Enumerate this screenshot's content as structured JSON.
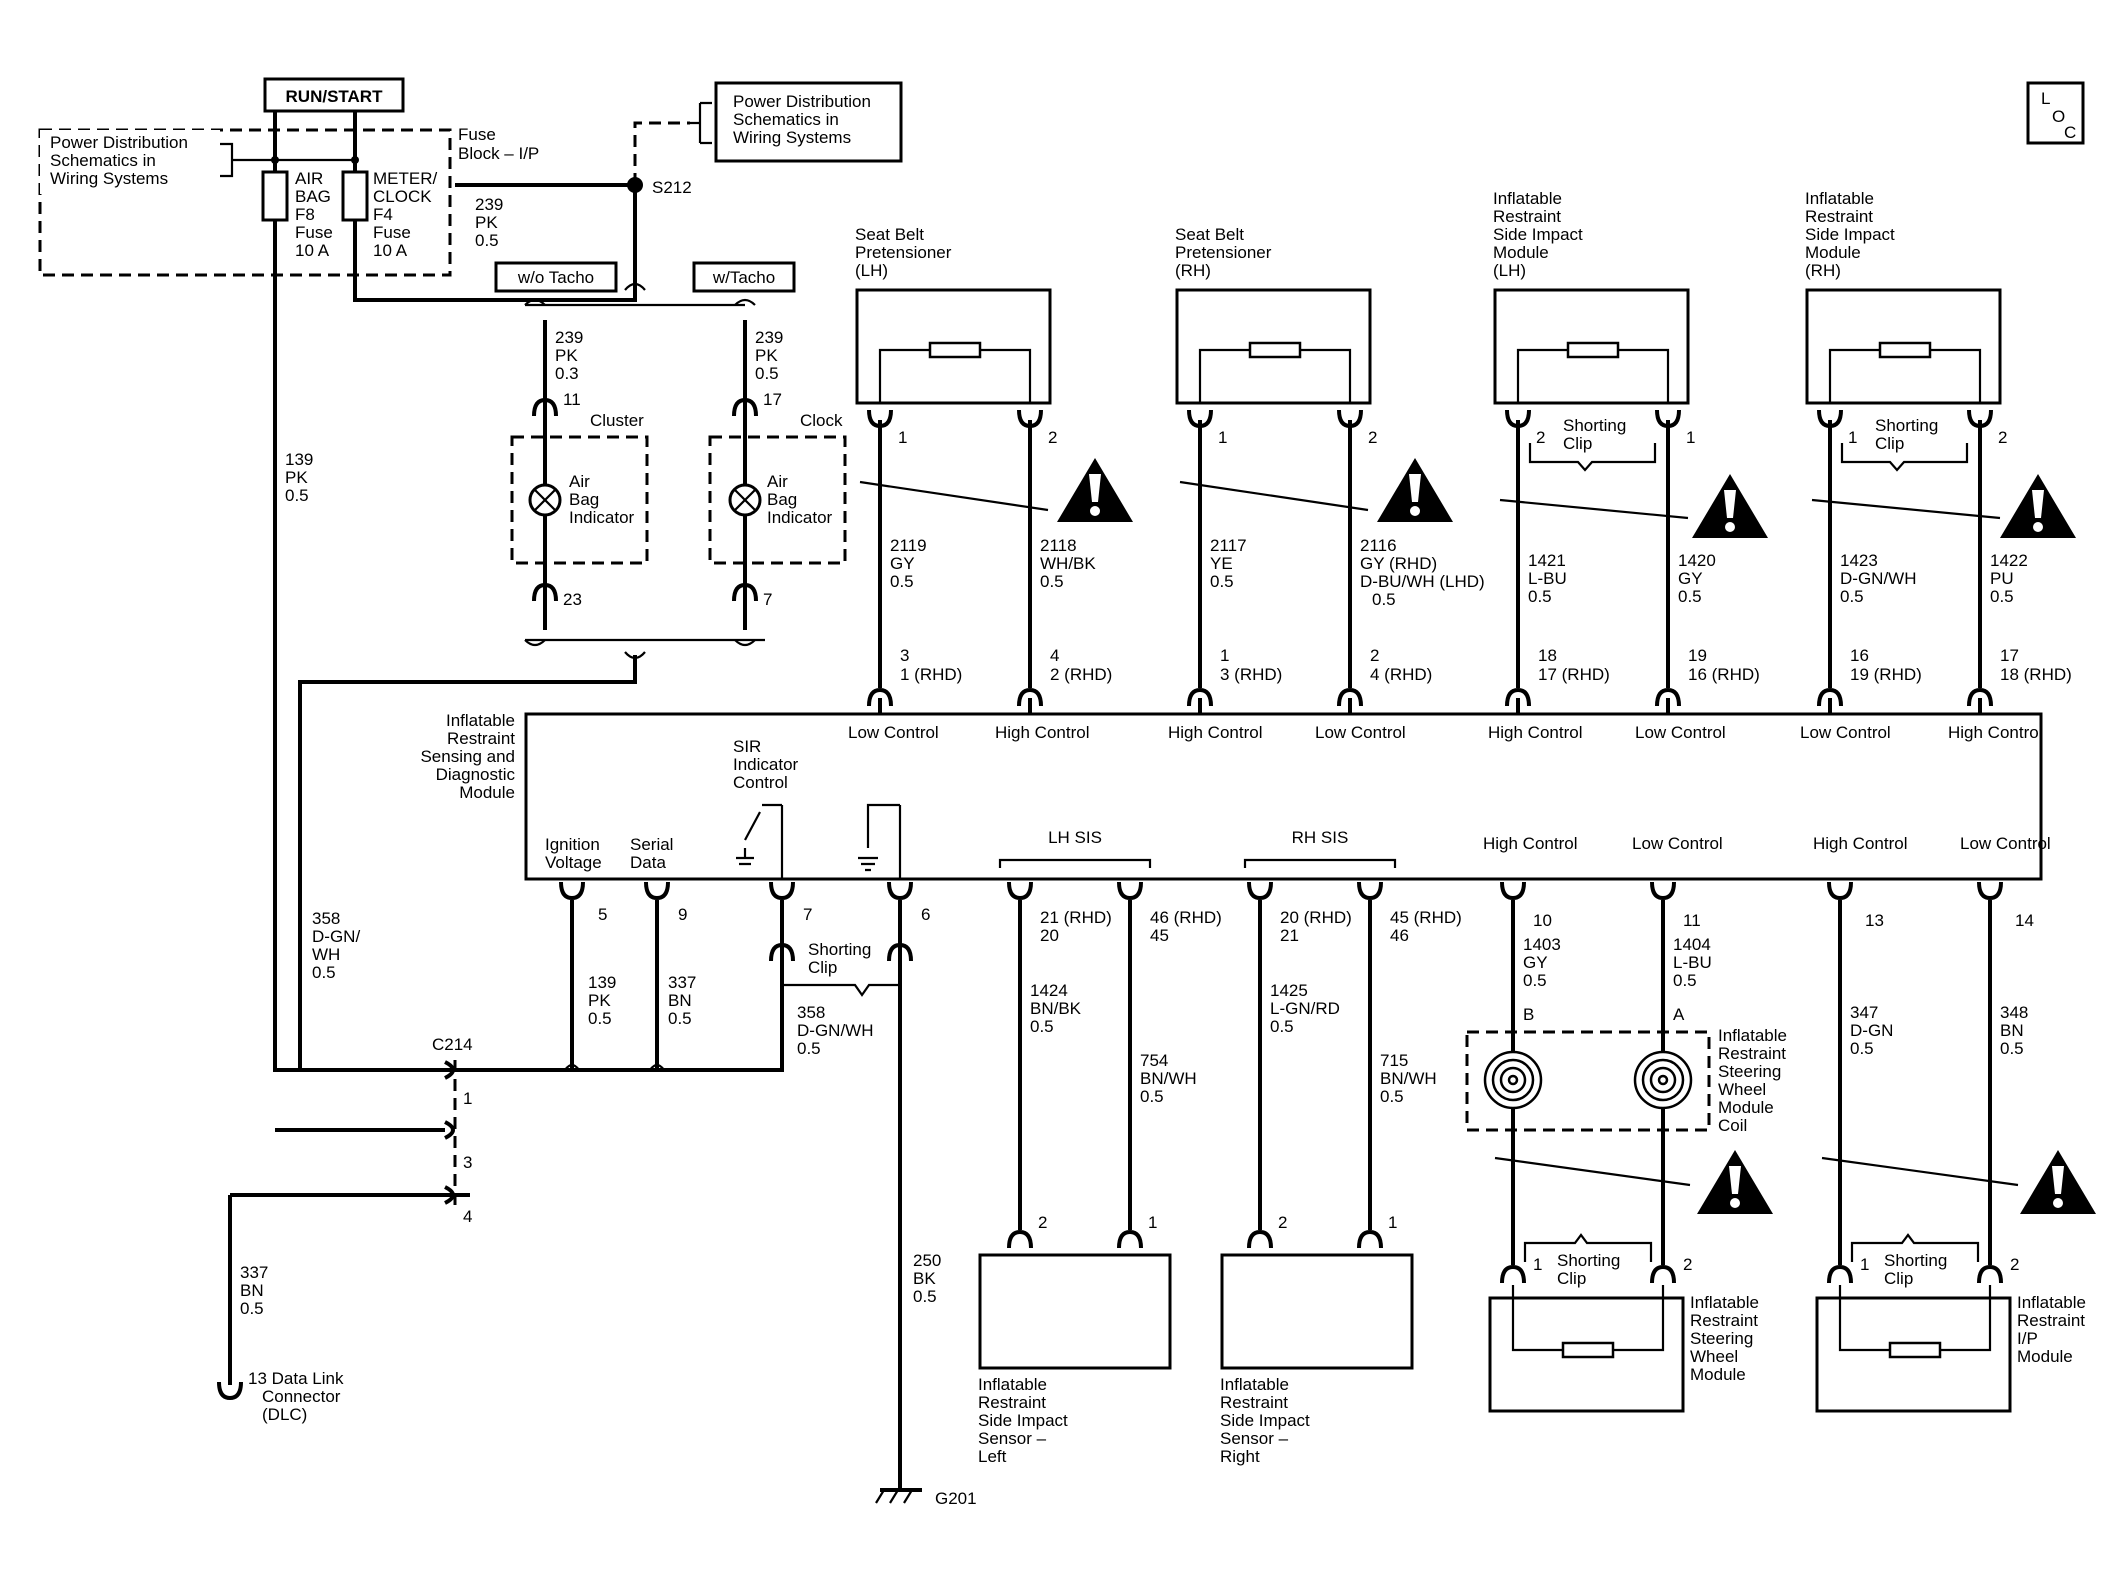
{
  "top": {
    "run_start": "RUN/START",
    "fuse_block": [
      "Fuse",
      "Block – I/P"
    ],
    "pds_left": [
      "Power Distribution",
      "Schematics in",
      "Wiring Systems"
    ],
    "pds_right": [
      "Power Distribution",
      "Schematics in",
      "Wiring Systems"
    ],
    "fuse_f8": [
      "AIR",
      "BAG",
      "F8",
      "Fuse",
      "10 A"
    ],
    "fuse_f4": [
      "METER/",
      "CLOCK",
      "F4",
      "Fuse",
      "10 A"
    ],
    "splice": "S212",
    "loc": [
      "L",
      "O",
      "C"
    ]
  },
  "wires": {
    "w239_main": [
      "239",
      "PK",
      "0.5"
    ],
    "w139_main": [
      "139",
      "PK",
      "0.5"
    ],
    "w239_cluster": [
      "239",
      "PK",
      "0.3"
    ],
    "w239_clock": [
      "239",
      "PK",
      "0.5"
    ],
    "w358_left": [
      "358",
      "D-GN/",
      "WH",
      "0.5"
    ],
    "w139_ign": [
      "139",
      "PK",
      "0.5"
    ],
    "w337_serial": [
      "337",
      "BN",
      "0.5"
    ],
    "w358_sir": [
      "358",
      "D-GN/WH",
      "0.5"
    ],
    "w337_dlc": [
      "337",
      "BN",
      "0.5"
    ],
    "w250": [
      "250",
      "BK",
      "0.5"
    ],
    "w1424": [
      "1424",
      "BN/BK",
      "0.5"
    ],
    "w754": [
      "754",
      "BN/WH",
      "0.5"
    ],
    "w1425": [
      "1425",
      "L-GN/RD",
      "0.5"
    ],
    "w715": [
      "715",
      "BN/WH",
      "0.5"
    ],
    "w1403": [
      "1403",
      "GY",
      "0.5"
    ],
    "w1404": [
      "1404",
      "L-BU",
      "0.5"
    ],
    "w347": [
      "347",
      "D-GN",
      "0.5"
    ],
    "w348": [
      "348",
      "BN",
      "0.5"
    ],
    "w2119": [
      "2119",
      "GY",
      "0.5"
    ],
    "w2118": [
      "2118",
      "WH/BK",
      "0.5"
    ],
    "w2117": [
      "2117",
      "YE",
      "0.5"
    ],
    "w2116": [
      "2116",
      "GY (RHD)",
      "D-BU/WH (LHD)",
      "0.5"
    ],
    "w1421": [
      "1421",
      "L-BU",
      "0.5"
    ],
    "w1420": [
      "1420",
      "GY",
      "0.5"
    ],
    "w1423": [
      "1423",
      "D-GN/WH",
      "0.5"
    ],
    "w1422": [
      "1422",
      "PU",
      "0.5"
    ]
  },
  "cluster": {
    "tacho_wo": "w/o Tacho",
    "tacho_w": "w/Tacho",
    "cluster_label": "Cluster",
    "clock_label": "Clock",
    "indicator": [
      "Air",
      "Bag",
      "Indicator"
    ],
    "pins": {
      "c11": "11",
      "c23": "23",
      "k17": "17",
      "k7": "7"
    }
  },
  "module": {
    "title": [
      "Inflatable",
      "Restraint",
      "Sensing and",
      "Diagnostic",
      "Module"
    ],
    "ignition": [
      "Ignition",
      "Voltage"
    ],
    "serial": [
      "Serial",
      "Data"
    ],
    "sir": [
      "SIR",
      "Indicator",
      "Control"
    ],
    "lh_sis": "LH SIS",
    "rh_sis": "RH SIS",
    "top_controls": [
      "Low Control",
      "High Control",
      "High Control",
      "Low Control",
      "High Control",
      "Low Control",
      "Low Control",
      "High Control"
    ],
    "bottom_controls": [
      "High Control",
      "Low Control",
      "High Control",
      "Low Control"
    ]
  },
  "pins": {
    "top": [
      [
        "3",
        "1 (RHD)"
      ],
      [
        "4",
        "2 (RHD)"
      ],
      [
        "1",
        "3 (RHD)"
      ],
      [
        "2",
        "4 (RHD)"
      ],
      [
        "18",
        "17 (RHD)"
      ],
      [
        "19",
        "16 (RHD)"
      ],
      [
        "16",
        "19 (RHD)"
      ],
      [
        "17",
        "18 (RHD)"
      ]
    ],
    "bottom": {
      "p5": "5",
      "p9": "9",
      "p7": "7",
      "p6": "6",
      "p21": [
        "21 (RHD)",
        "20"
      ],
      "p46": [
        "46 (RHD)",
        "45"
      ],
      "p20": [
        "20 (RHD)",
        "21"
      ],
      "p45": [
        "45 (RHD)",
        "46"
      ],
      "p10": "10",
      "p11": "11",
      "p13": "13",
      "p14": "14"
    },
    "c214": "C214",
    "c214_pins": [
      "1",
      "3",
      "4"
    ],
    "dlc": [
      "13 Data Link",
      "Connector",
      "(DLC)"
    ],
    "ground": "G201",
    "shorting_clip": [
      "Shorting",
      "Clip"
    ]
  },
  "components": {
    "sbp_lh": [
      "Seat Belt",
      "Pretensioner",
      "(LH)"
    ],
    "sbp_rh": [
      "Seat Belt",
      "Pretensioner",
      "(RH)"
    ],
    "sim_lh": [
      "Inflatable",
      "Restraint",
      "Side Impact",
      "Module",
      "(LH)"
    ],
    "sim_rh": [
      "Inflatable",
      "Restraint",
      "Side Impact",
      "Module",
      "(RH)"
    ],
    "sensor_left": [
      "Inflatable",
      "Restraint",
      "Side Impact",
      "Sensor –",
      "Left"
    ],
    "sensor_right": [
      "Inflatable",
      "Restraint",
      "Side Impact",
      "Sensor –",
      "Right"
    ],
    "coil": [
      "Inflatable",
      "Restraint",
      "Steering",
      "Wheel",
      "Module",
      "Coil"
    ],
    "coil_pins": [
      "B",
      "A"
    ],
    "sw_module": [
      "Inflatable",
      "Restraint",
      "Steering",
      "Wheel",
      "Module"
    ],
    "ip_module": [
      "Inflatable",
      "Restraint",
      "I/P",
      "Module"
    ],
    "upper_pins": [
      "1",
      "2",
      "1",
      "2",
      "2",
      "1",
      "1",
      "2"
    ],
    "lower_pins": [
      "2",
      "1",
      "2",
      "1",
      "1",
      "2",
      "1",
      "2"
    ]
  }
}
